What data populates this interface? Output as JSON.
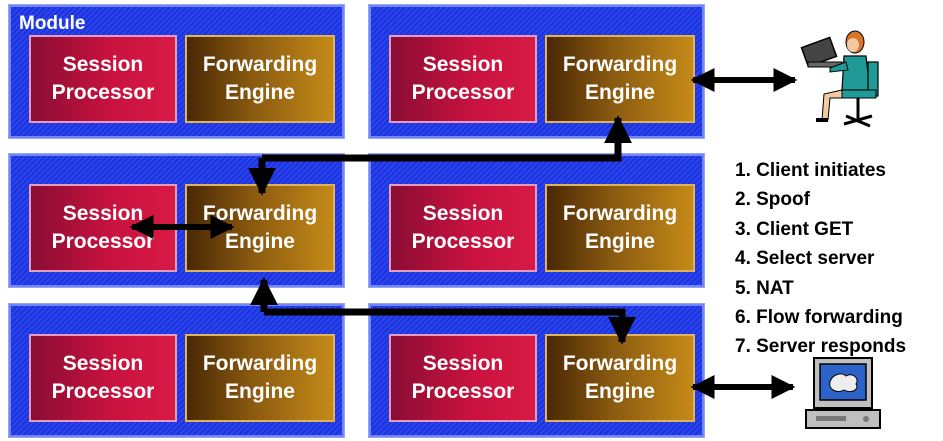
{
  "module_label": "Module",
  "modules": [
    {
      "session_processor": [
        "Session",
        "Processor"
      ],
      "forwarding_engine": [
        "Forwarding",
        "Engine"
      ]
    },
    {
      "session_processor": [
        "Session",
        "Processor"
      ],
      "forwarding_engine": [
        "Forwarding",
        "Engine"
      ]
    },
    {
      "session_processor": [
        "Session",
        "Processor"
      ],
      "forwarding_engine": [
        "Forwarding",
        "Engine"
      ]
    },
    {
      "session_processor": [
        "Session",
        "Processor"
      ],
      "forwarding_engine": [
        "Forwarding",
        "Engine"
      ]
    },
    {
      "session_processor": [
        "Session",
        "Processor"
      ],
      "forwarding_engine": [
        "Forwarding",
        "Engine"
      ]
    },
    {
      "session_processor": [
        "Session",
        "Processor"
      ],
      "forwarding_engine": [
        "Forwarding",
        "Engine"
      ]
    }
  ],
  "steps": [
    "1. Client initiates",
    "2. Spoof",
    "3. Client GET",
    "4. Select server",
    "5. NAT",
    "6. Flow forwarding",
    "7. Server responds"
  ],
  "icons": {
    "client": "client-user-at-laptop-icon",
    "server": "server-computer-icon"
  },
  "colors": {
    "module_blue": "#2a44f2",
    "session_processor_red": "#c8123f",
    "forwarding_engine_orange": "#c58a18"
  }
}
